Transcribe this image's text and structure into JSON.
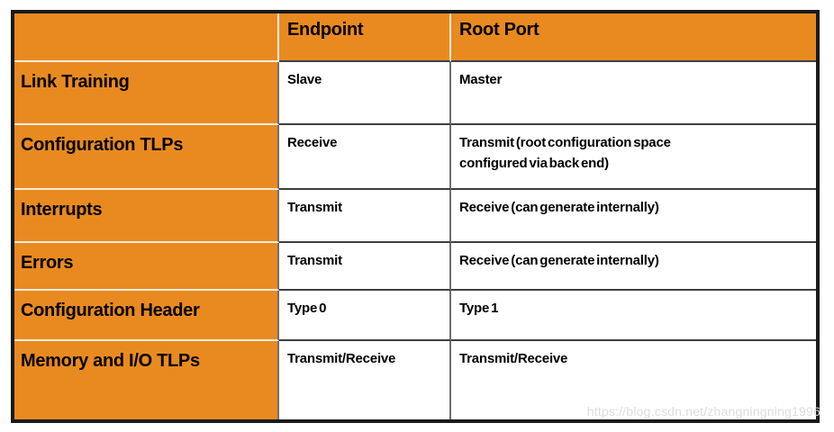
{
  "table": {
    "header": {
      "corner": "",
      "endpoint": "Endpoint",
      "root_port": "Root Port"
    },
    "rows": [
      {
        "label": "Link Training",
        "endpoint": "Slave",
        "root_port": "Master"
      },
      {
        "label": "Configuration TLPs",
        "endpoint": "Receive",
        "root_port": "Transmit (root configuration space\nconfigured via back end)"
      },
      {
        "label": "Interrupts",
        "endpoint": "Transmit",
        "root_port": "Receive (can generate internally)"
      },
      {
        "label": "Errors",
        "endpoint": "Transmit",
        "root_port": "Receive (can generate internally)"
      },
      {
        "label": "Configuration Header",
        "endpoint": "Type 0",
        "root_port": "Type 1"
      },
      {
        "label": "Memory and I/O TLPs",
        "endpoint": "Transmit/Receive",
        "root_port": "Transmit/Receive"
      }
    ],
    "colors": {
      "accent_orange": "#E98A21",
      "outer_border": "#1A1A1A",
      "grid_dark": "#3F3F3F",
      "grid_gray": "#6E6E6E",
      "grid_cream": "#F7ECDC",
      "text": "#000000"
    }
  },
  "watermark": {
    "text": "https://blog.csdn.net/zhangningning1996",
    "color": "#DADADA"
  }
}
